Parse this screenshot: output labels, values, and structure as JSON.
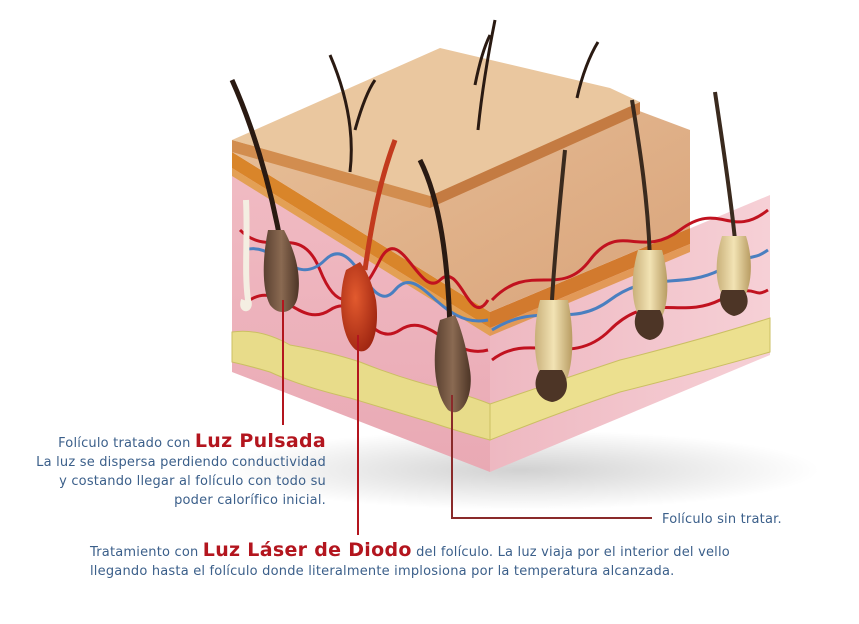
{
  "colors": {
    "highlight": "#b3151e",
    "caption_text": "#3b5f8a",
    "leader_pulsada": "#b3151e",
    "leader_diodo": "#b3151e",
    "leader_sin_tratar": "#8a2a2a"
  },
  "labels": {
    "pulsada": {
      "prefix": "Folículo tratado con",
      "highlight": "Luz Pulsada",
      "line1": "La luz se dispersa perdiendo conductividad",
      "line2": "y costando llegar al folículo con todo su",
      "line3": "poder calorífico inicial."
    },
    "diodo": {
      "prefix": "Tratamiento con",
      "highlight": "Luz Láser de Diodo",
      "suffix": "del folículo. La luz viaja por el interior del vello",
      "line2": "llegando hasta el folículo donde literalmente implosiona por la temperatura alcanzada."
    },
    "sin_tratar": {
      "text": "Folículo sin tratar."
    }
  }
}
